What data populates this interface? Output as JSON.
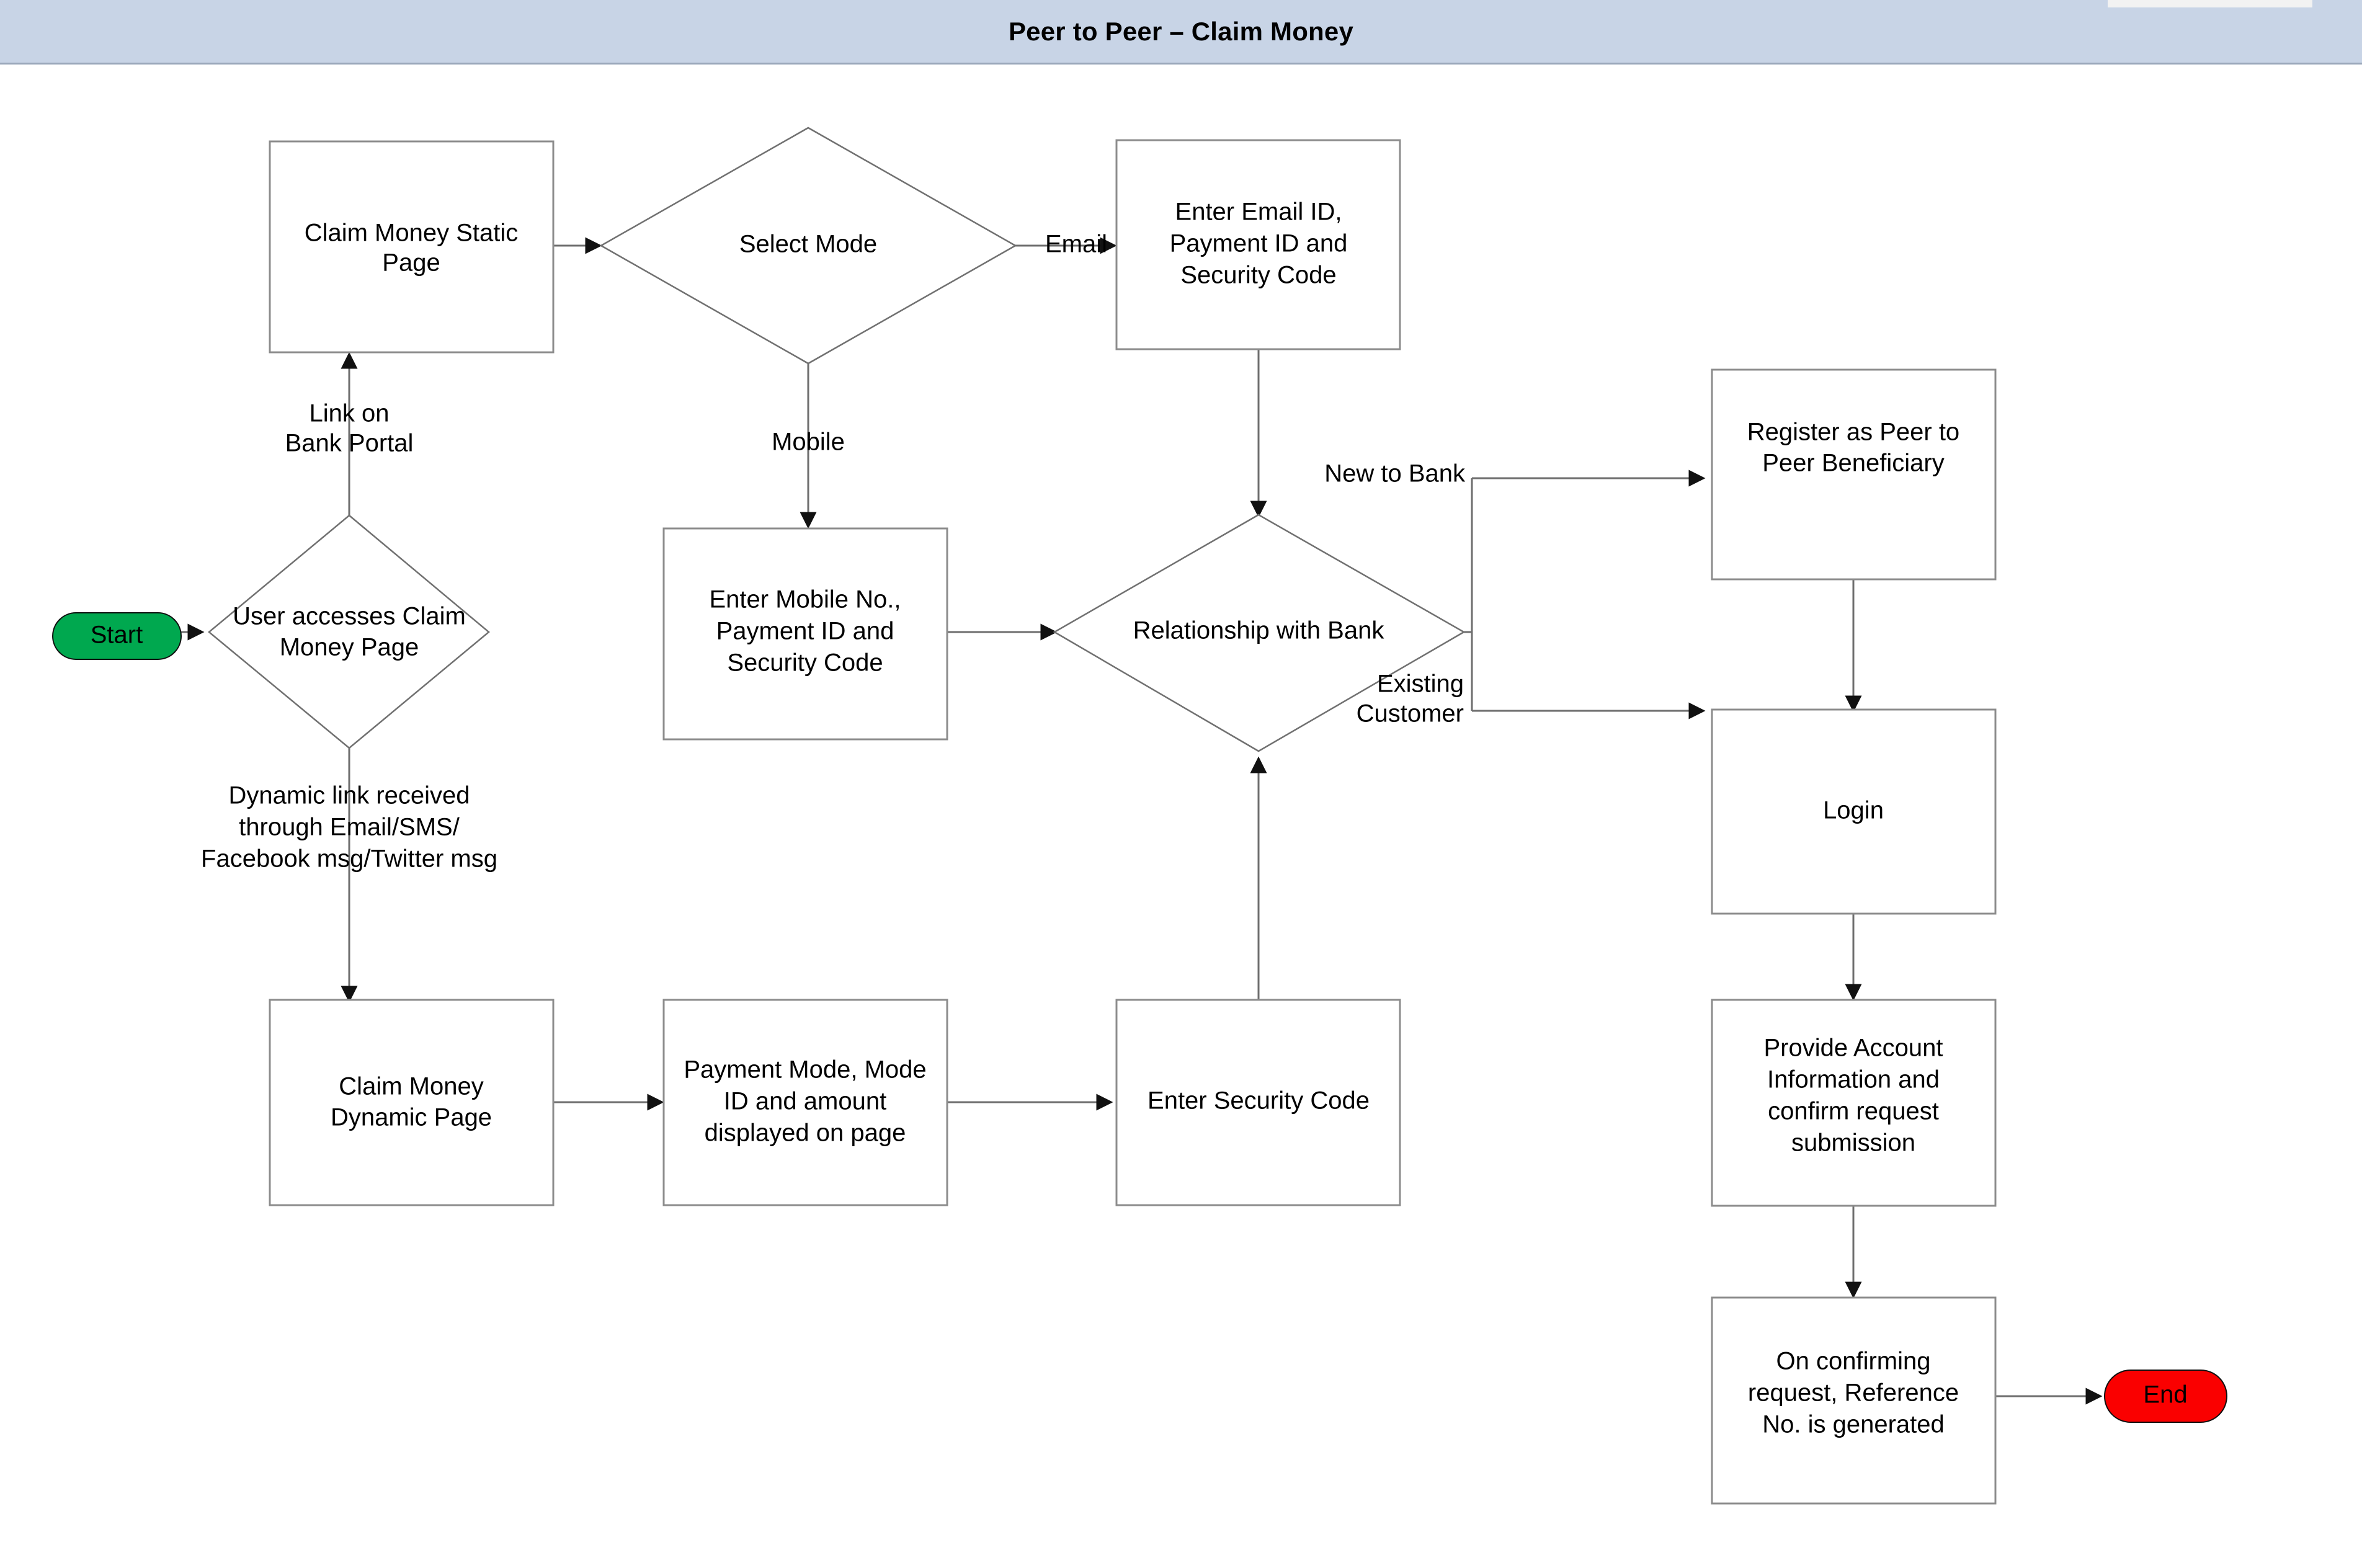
{
  "window": {
    "title": "Peer to Peer – Claim Money"
  },
  "colors": {
    "titlebar_bg": "#c8d4e6",
    "start_fill": "#00a84f",
    "end_fill": "#fa0000",
    "node_stroke": "#8c8c8c",
    "edge_stroke": "#6e6e6e",
    "canvas_bg": "#ffffff",
    "text": "#000000"
  },
  "diagram": {
    "type": "flowchart",
    "nodes": [
      {
        "id": "start",
        "shape": "terminator",
        "label": "Start"
      },
      {
        "id": "static_page",
        "shape": "process",
        "label_lines": [
          "Claim Money Static",
          "Page"
        ]
      },
      {
        "id": "select_mode",
        "shape": "decision",
        "label_lines": [
          "Select Mode"
        ]
      },
      {
        "id": "enter_email",
        "shape": "process",
        "label_lines": [
          "Enter Email ID,",
          "Payment ID and",
          "Security Code"
        ]
      },
      {
        "id": "user_accesses",
        "shape": "decision",
        "label_lines": [
          "User accesses Claim",
          "Money Page"
        ]
      },
      {
        "id": "enter_mobile",
        "shape": "process",
        "label_lines": [
          "Enter Mobile No.,",
          "Payment ID and",
          "Security Code"
        ]
      },
      {
        "id": "relationship",
        "shape": "decision",
        "label_lines": [
          "Relationship with Bank"
        ]
      },
      {
        "id": "register_peer",
        "shape": "process",
        "label_lines": [
          "Register as Peer to",
          "Peer Beneficiary"
        ]
      },
      {
        "id": "login",
        "shape": "process",
        "label_lines": [
          "Login"
        ]
      },
      {
        "id": "dynamic_page",
        "shape": "process",
        "label_lines": [
          "Claim Money",
          "Dynamic Page"
        ]
      },
      {
        "id": "payment_mode",
        "shape": "process",
        "label_lines": [
          "Payment Mode, Mode",
          "ID and amount",
          "displayed on page"
        ]
      },
      {
        "id": "enter_security",
        "shape": "process",
        "label_lines": [
          "Enter Security Code"
        ]
      },
      {
        "id": "provide_account",
        "shape": "process",
        "label_lines": [
          "Provide Account",
          "Information and",
          "confirm request",
          "submission"
        ]
      },
      {
        "id": "reference_no",
        "shape": "process",
        "label_lines": [
          "On confirming",
          "request, Reference",
          "No. is generated"
        ]
      },
      {
        "id": "end",
        "shape": "terminator",
        "label": "End"
      }
    ],
    "edges": [
      {
        "from": "start",
        "to": "user_accesses",
        "label": ""
      },
      {
        "from": "user_accesses",
        "to": "static_page",
        "label_lines": [
          "Link on",
          "Bank Portal"
        ]
      },
      {
        "from": "user_accesses",
        "to": "dynamic_page",
        "label_lines": [
          "Dynamic link received",
          "through Email/SMS/",
          "Facebook msg/Twitter msg"
        ]
      },
      {
        "from": "static_page",
        "to": "select_mode",
        "label": ""
      },
      {
        "from": "select_mode",
        "to": "enter_email",
        "label": "Email"
      },
      {
        "from": "select_mode",
        "to": "enter_mobile",
        "label": "Mobile"
      },
      {
        "from": "enter_email",
        "to": "relationship",
        "label": ""
      },
      {
        "from": "enter_mobile",
        "to": "relationship",
        "label": ""
      },
      {
        "from": "relationship",
        "to": "register_peer",
        "label": "New to Bank"
      },
      {
        "from": "relationship",
        "to": "login",
        "label_lines": [
          "Existing",
          "Customer"
        ]
      },
      {
        "from": "register_peer",
        "to": "login",
        "label": ""
      },
      {
        "from": "login",
        "to": "provide_account",
        "label": ""
      },
      {
        "from": "provide_account",
        "to": "reference_no",
        "label": ""
      },
      {
        "from": "reference_no",
        "to": "end",
        "label": ""
      },
      {
        "from": "dynamic_page",
        "to": "payment_mode",
        "label": ""
      },
      {
        "from": "payment_mode",
        "to": "enter_security",
        "label": ""
      },
      {
        "from": "enter_security",
        "to": "relationship",
        "label": ""
      }
    ]
  },
  "labels": {
    "start": "Start",
    "end": "End",
    "static_page_l1": "Claim Money Static",
    "static_page_l2": "Page",
    "select_mode_l1": "Select Mode",
    "enter_email_l1": "Enter Email ID,",
    "enter_email_l2": "Payment ID and",
    "enter_email_l3": "Security Code",
    "user_accesses_l1": "User accesses Claim",
    "user_accesses_l2": "Money Page",
    "enter_mobile_l1": "Enter Mobile No.,",
    "enter_mobile_l2": "Payment ID and",
    "enter_mobile_l3": "Security Code",
    "relationship_l1": "Relationship with Bank",
    "register_peer_l1": "Register as Peer to",
    "register_peer_l2": "Peer Beneficiary",
    "login_l1": "Login",
    "dynamic_page_l1": "Claim Money",
    "dynamic_page_l2": "Dynamic Page",
    "payment_mode_l1": "Payment Mode, Mode",
    "payment_mode_l2": "ID and amount",
    "payment_mode_l3": "displayed on page",
    "enter_security_l1": "Enter Security Code",
    "provide_account_l1": "Provide Account",
    "provide_account_l2": "Information and",
    "provide_account_l3": "confirm request",
    "provide_account_l4": "submission",
    "reference_no_l1": "On confirming",
    "reference_no_l2": "request, Reference",
    "reference_no_l3": "No. is generated",
    "edge_link_l1": "Link on",
    "edge_link_l2": "Bank Portal",
    "edge_email": "Email",
    "edge_mobile": "Mobile",
    "edge_dynamic_l1": "Dynamic link received",
    "edge_dynamic_l2": "through Email/SMS/",
    "edge_dynamic_l3": "Facebook msg/Twitter msg",
    "edge_new_to_bank": "New to Bank",
    "edge_existing_l1": "Existing",
    "edge_existing_l2": "Customer"
  }
}
